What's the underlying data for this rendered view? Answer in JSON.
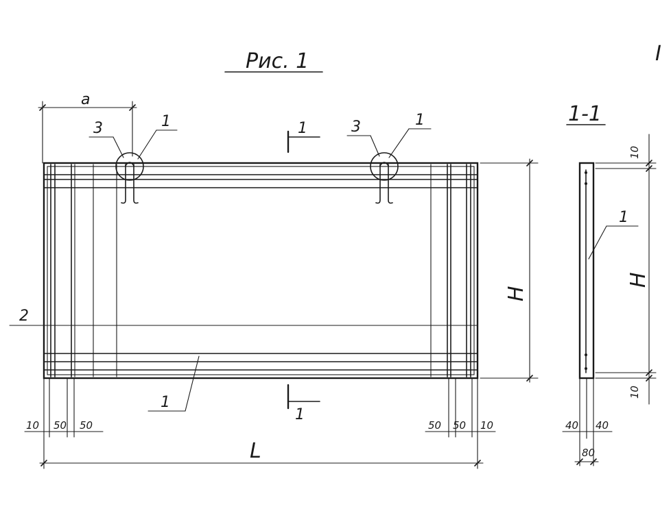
{
  "figure": {
    "title": "Рис. 1",
    "section_title": "1-1",
    "edge_mark": "I"
  },
  "front_view": {
    "dim_a": "a",
    "dim_L": "L",
    "dim_H": "H",
    "leader_3_left": "3",
    "leader_1_left": "1",
    "leader_3_right": "3",
    "leader_1_right": "1",
    "leader_2": "2",
    "leader_1_bottom": "1",
    "cut_top": "1",
    "cut_bottom": "1",
    "bottom_dims_left": [
      "10",
      "50",
      "50"
    ],
    "bottom_dims_right": [
      "50",
      "50",
      "10"
    ]
  },
  "section_view": {
    "dim_H": "H",
    "dim_top": "10",
    "dim_bottom": "10",
    "leader_1": "1",
    "dims_bottom": [
      "40",
      "40"
    ],
    "dim_total": "80"
  }
}
